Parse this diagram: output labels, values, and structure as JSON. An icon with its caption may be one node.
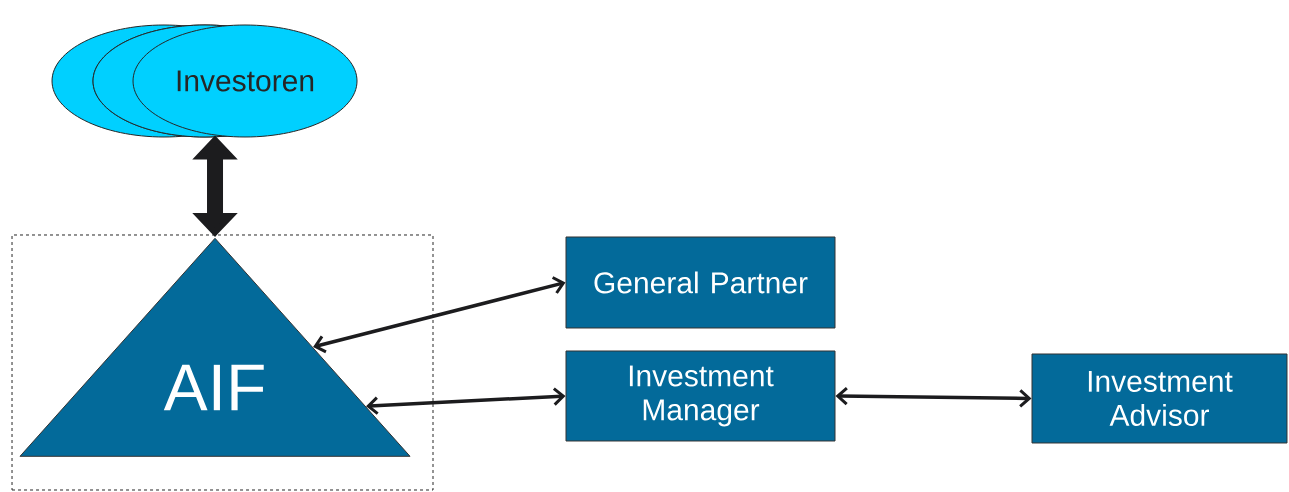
{
  "diagram": {
    "nodes": [
      {
        "text": [
          "Investoren"
        ]
      },
      {
        "text": [],
        "shape": "box"
      },
      {
        "text": [
          "AIF"
        ],
        "in": 1
      },
      {
        "text": [
          "General Partner"
        ]
      },
      {
        "text": [
          "Investment Manager"
        ]
      },
      {
        "text": [
          "Investment Advisor"
        ]
      }
    ],
    "edges": [
      {
        "from": 0,
        "to": 2,
        "arrow": "both",
        "style": "thick"
      },
      {
        "from": 2,
        "to": 3,
        "arrow": "both"
      },
      {
        "from": 2,
        "to": 4,
        "arrow": "both"
      },
      {
        "from": 4,
        "to": 5,
        "arrow": "both"
      }
    ]
  }
}
